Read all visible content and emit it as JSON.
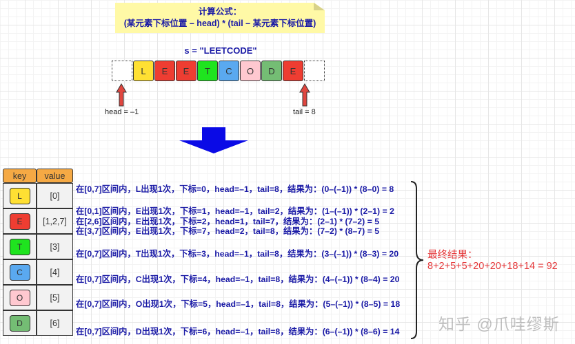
{
  "note": {
    "title": "计算公式：",
    "formula": "(某元素下标位置 – head) * (tail – 某元素下标位置)",
    "color": "#fff9a6"
  },
  "string_label": "s = \"LEETCODE\"",
  "strip": {
    "cells": [
      {
        "char": "L",
        "color": "#ffe033"
      },
      {
        "char": "E",
        "color": "#ee3d32"
      },
      {
        "char": "E",
        "color": "#ee3d32"
      },
      {
        "char": "T",
        "color": "#1fe41f"
      },
      {
        "char": "C",
        "color": "#5aa9f0"
      },
      {
        "char": "O",
        "color": "#ffc8d0"
      },
      {
        "char": "D",
        "color": "#74bd74"
      },
      {
        "char": "E",
        "color": "#ee3d32"
      }
    ],
    "head_label": "head = –1",
    "tail_label": "tail = 8"
  },
  "table": {
    "headers": {
      "key": "key",
      "value": "value"
    },
    "rows": [
      {
        "key": "L",
        "value": "[0]",
        "color": "#ffe033"
      },
      {
        "key": "E",
        "value": "[1,2,7]",
        "color": "#ee3d32"
      },
      {
        "key": "T",
        "value": "[3]",
        "color": "#1fe41f"
      },
      {
        "key": "C",
        "value": "[4]",
        "color": "#5aa9f0"
      },
      {
        "key": "O",
        "value": "[5]",
        "color": "#ffc8d0"
      },
      {
        "key": "D",
        "value": "[6]",
        "color": "#74bd74"
      }
    ]
  },
  "lines": [
    "在[0,7]区间内，L出现1次，下标=0，head=–1，tail=8，结果为：(0–(–1)) * (8–0) = 8",
    "在[0,1]区间内，E出现1次，下标=1，head=–1，tail=2，结果为：(1–(–1)) * (2–1) = 2",
    "在[2,6]区间内，E出现1次，下标=2，head=1，tail=7，结果为：(2–1) * (7–2) = 5",
    "在[3,7]区间内，E出现1次，下标=7，head=2，tail=8，结果为：(7–2) * (8–7) = 5",
    "在[0,7]区间内，T出现1次，下标=3，head=–1，tail=8，结果为：(3–(–1)) * (8–3) = 20",
    "在[0,7]区间内，C出现1次，下标=4，head=–1，tail=8，结果为：(4–(–1)) * (8–4) = 20",
    "在[0,7]区间内，O出现1次，下标=5，head=–1，tail=8，结果为：(5–(–1)) * (8–5) = 18",
    "在[0,7]区间内，D出现1次，下标=6，head=–1，tail=8，结果为：(6–(–1)) * (8–6) = 14"
  ],
  "final": {
    "title": "最终结果：",
    "expression": "8+2+5+5+20+20+18+14 = 92",
    "color": "#e5393b"
  },
  "watermark": "知乎 @爪哇缪斯",
  "colors": {
    "text_blue": "#1a1aa6",
    "arrow_blue": "#0a0ae6",
    "pointer_red": "#e0463f",
    "header_orange": "#f5a944"
  }
}
